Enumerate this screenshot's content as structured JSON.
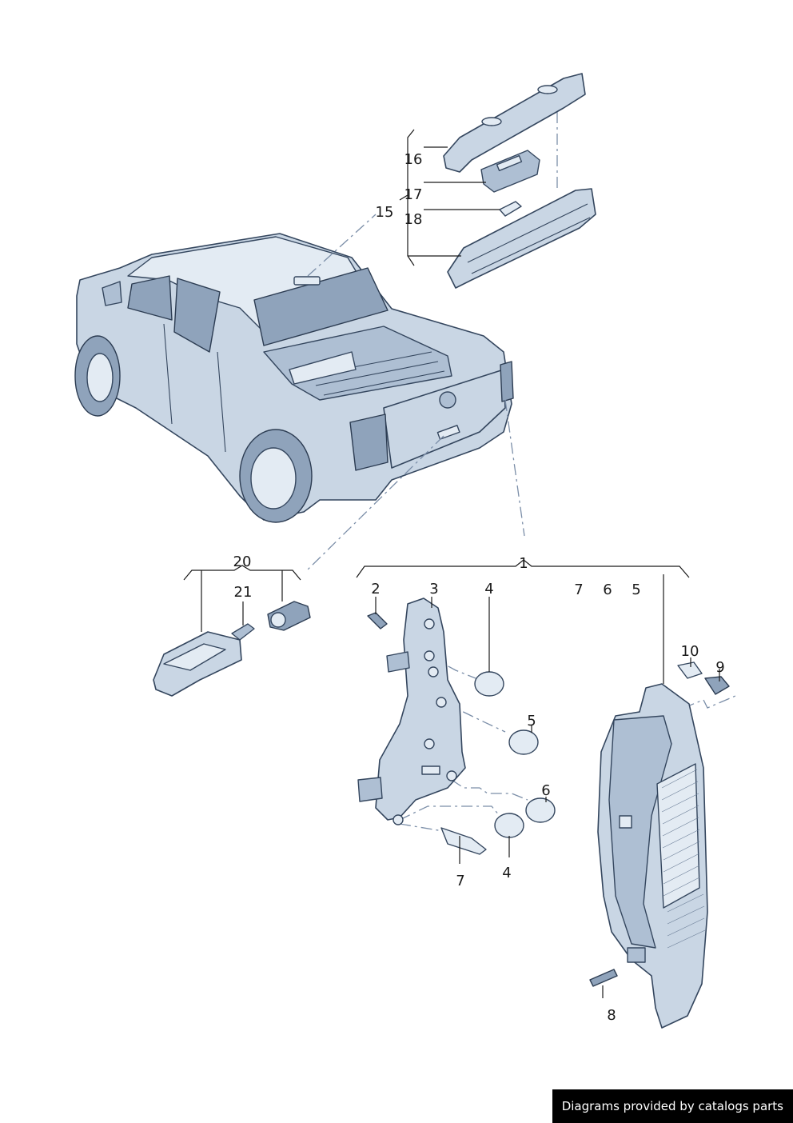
{
  "callouts": {
    "c1": "1",
    "c2": "2",
    "c3": "3",
    "c4a": "4",
    "c4b": "4",
    "c5a": "5",
    "c5b": "5",
    "c6a": "6",
    "c6b": "6",
    "c7a": "7",
    "c7b": "7",
    "c8": "8",
    "c9": "9",
    "c10": "10",
    "c15": "15",
    "c16": "16",
    "c17": "17",
    "c18": "18",
    "c20": "20",
    "c21": "21"
  },
  "credit": "Diagrams provided by catalogs parts",
  "colors": {
    "line": "#1a1a1a",
    "body_fill": "#c9d6e4",
    "outline": "#34465e",
    "dash": "#7b8ea8"
  }
}
